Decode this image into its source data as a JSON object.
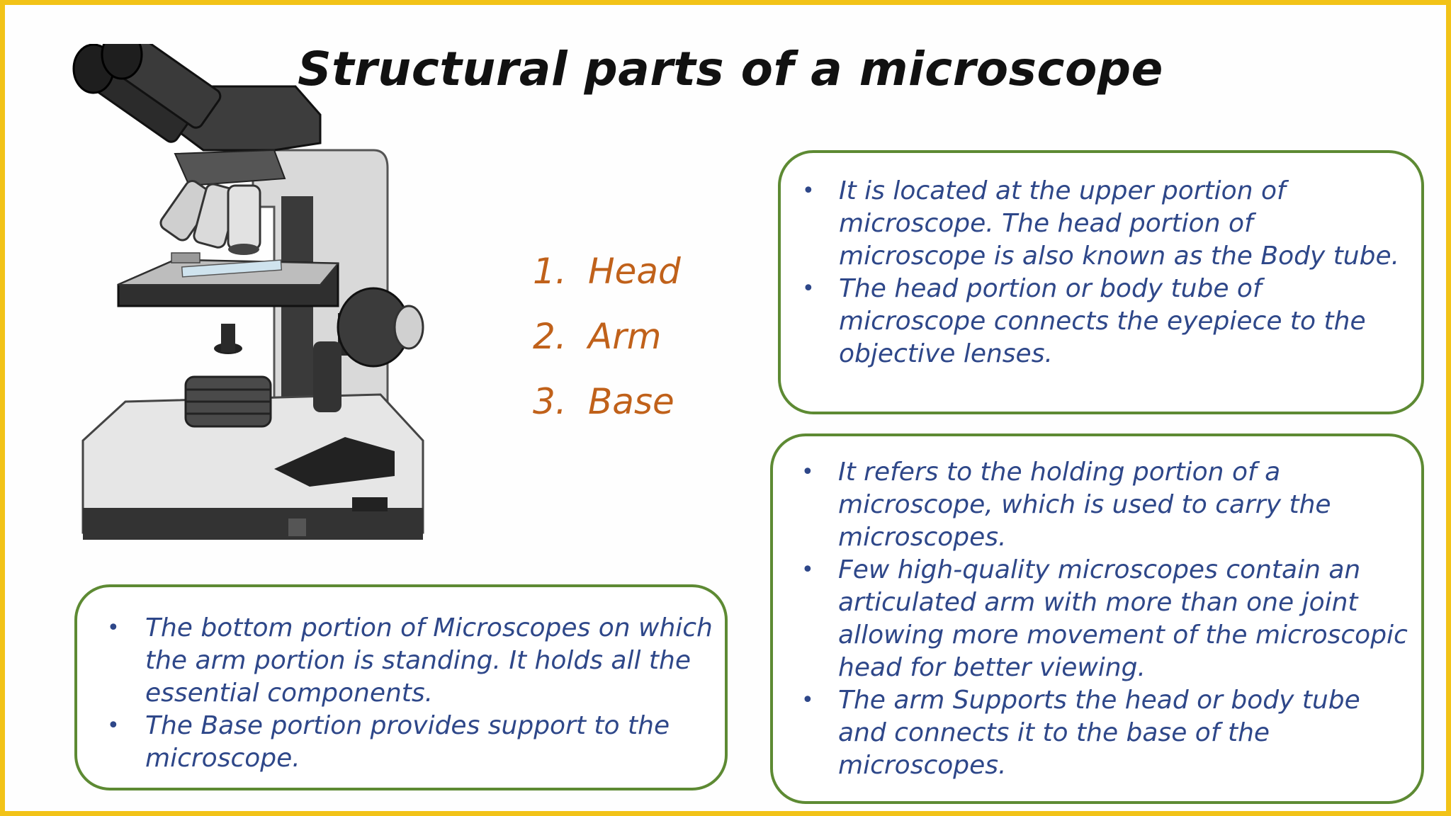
{
  "title": "Structural parts of a microscope",
  "parts": [
    {
      "number": "1.",
      "name": "Head"
    },
    {
      "number": "2.",
      "name": "Arm"
    },
    {
      "number": "3.",
      "name": "Base"
    }
  ],
  "head_box": {
    "bullets": [
      "It is located at the upper portion of microscope. The head portion of microscope is also known as the Body tube.",
      "The head portion or body tube of microscope connects the eyepiece to the objective lenses."
    ]
  },
  "arm_box": {
    "bullets": [
      "It refers to the holding portion of a microscope, which is used to carry the microscopes.",
      "Few high-quality microscopes contain an articulated arm with more than one joint allowing more movement of the microscopic head for better viewing.",
      "The arm Supports the head or body tube and connects it to the base of the microscopes."
    ]
  },
  "base_box": {
    "bullets": [
      "The bottom portion of Microscopes on which the arm portion is standing. It holds all the essential components.",
      "The Base portion provides support to the microscope."
    ]
  },
  "colors": {
    "frame": "#f2c318",
    "box_border": "#5d8a33",
    "bullet_text": "#2e4789",
    "parts_text": "#c0611a"
  },
  "icons": [
    "microscope-illustration"
  ]
}
